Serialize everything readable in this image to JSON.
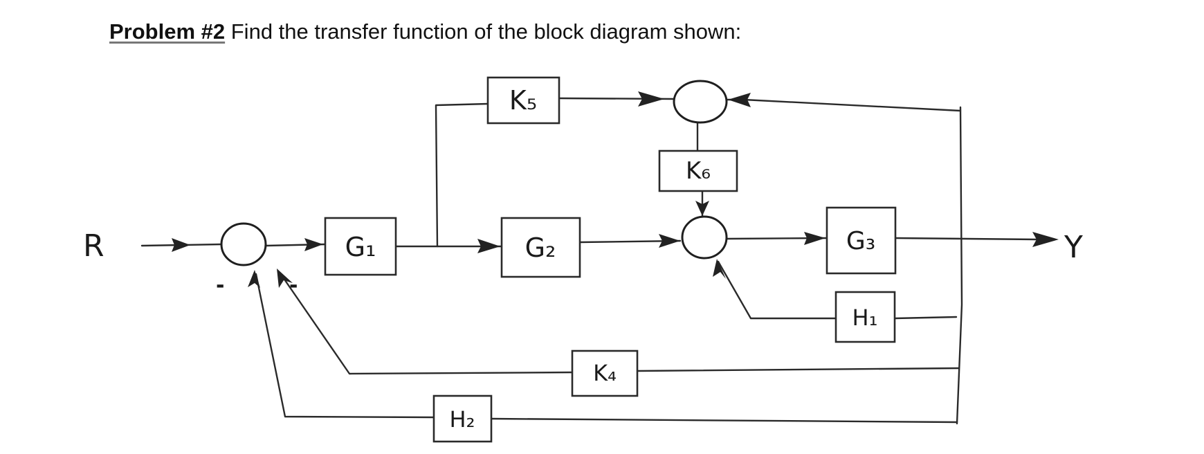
{
  "heading": {
    "label": "Problem #2",
    "text": "Find the transfer function of the block diagram shown:"
  },
  "diagram": {
    "input": "R",
    "output": "Y",
    "signs": {
      "minus_left": "-",
      "minus_right": "-"
    },
    "blocks": {
      "g1": "G₁",
      "g2": "G₂",
      "g3": "G₃",
      "k5": "K₅",
      "k6": "K₆",
      "k4": "K₄",
      "h1": "H₁",
      "h2": "H₂"
    }
  }
}
